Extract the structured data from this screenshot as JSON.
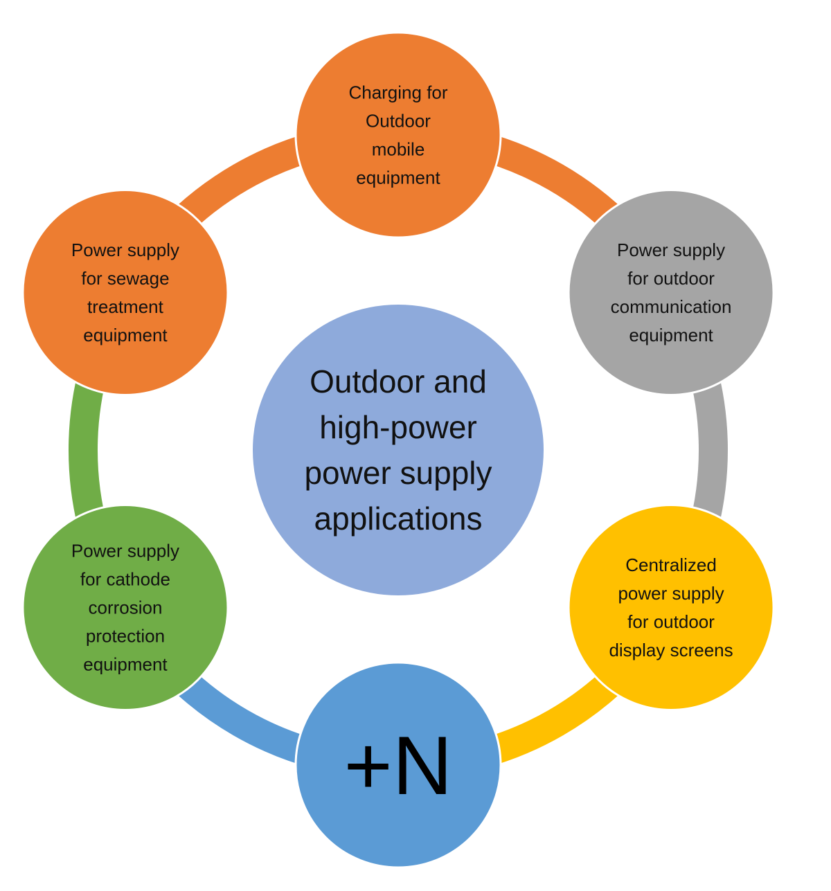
{
  "center": {
    "lines": [
      "Outdoor and",
      "high-power",
      "power supply",
      "applications"
    ],
    "color": "#8eaadb"
  },
  "nodes": [
    {
      "id": "outdoor-mobile-charging",
      "lines": [
        "Charging for",
        "Outdoor",
        "mobile",
        "equipment"
      ],
      "color": "#ed7d31"
    },
    {
      "id": "outdoor-communication",
      "lines": [
        "Power supply",
        "for outdoor",
        "communication",
        "equipment"
      ],
      "color": "#a5a5a5"
    },
    {
      "id": "outdoor-display-screens",
      "lines": [
        "Centralized",
        "power supply",
        "for outdoor",
        "display screens"
      ],
      "color": "#ffc000"
    },
    {
      "id": "plus-n",
      "lines": [
        "+N"
      ],
      "color": "#5b9bd5"
    },
    {
      "id": "cathode-corrosion-protection",
      "lines": [
        "Power supply",
        "for cathode",
        "corrosion",
        "protection",
        "equipment"
      ],
      "color": "#70ad47"
    },
    {
      "id": "sewage-treatment",
      "lines": [
        "Power supply",
        "for sewage",
        "treatment",
        "equipment"
      ],
      "color": "#ed7d31"
    }
  ]
}
